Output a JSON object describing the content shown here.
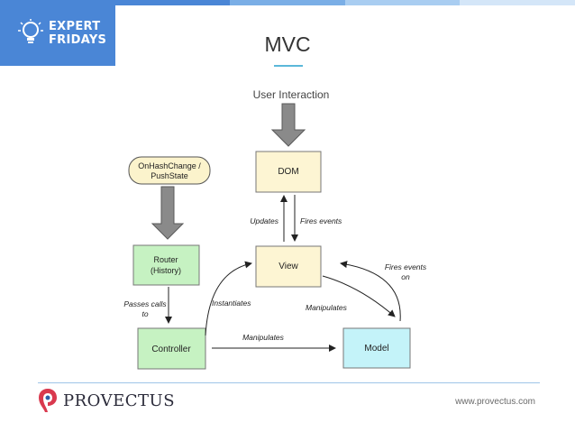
{
  "header": {
    "logo_line1": "EXPERT",
    "logo_line2": "FRIDAYS",
    "title": "MVC",
    "colors": {
      "logo_bg": "#4a86d6",
      "topbar": [
        "#2f72c9",
        "#4a86d6",
        "#7aaee6",
        "#a9cdf1",
        "#d4e6f8"
      ]
    }
  },
  "diagram": {
    "nodes": {
      "user_interaction": "User Interaction",
      "onhashchange_line1": "OnHashChange /",
      "onhashchange_line2": "PushState",
      "dom": "DOM",
      "router_line1": "Router",
      "router_line2": "(History)",
      "view": "View",
      "controller": "Controller",
      "model": "Model"
    },
    "edges": {
      "updates": "Updates",
      "fires_events": "Fires events",
      "fires_events_on_line1": "Fires events",
      "fires_events_on_line2": "on",
      "passes_calls_line1": "Passes calls",
      "passes_calls_line2": "to",
      "instantiates": "Instantiates",
      "manipulates_view": "Manipulates",
      "manipulates_model": "Manipulates"
    },
    "colors": {
      "dom": "#fdf5d3",
      "view": "#fdf5d3",
      "router": "#c6f2c2",
      "controller": "#c6f2c2",
      "model": "#c4f3f9",
      "onhashchange": "#fbf3cc"
    }
  },
  "footer": {
    "brand": "PROVECTUS",
    "url": "www.provectus.com"
  }
}
